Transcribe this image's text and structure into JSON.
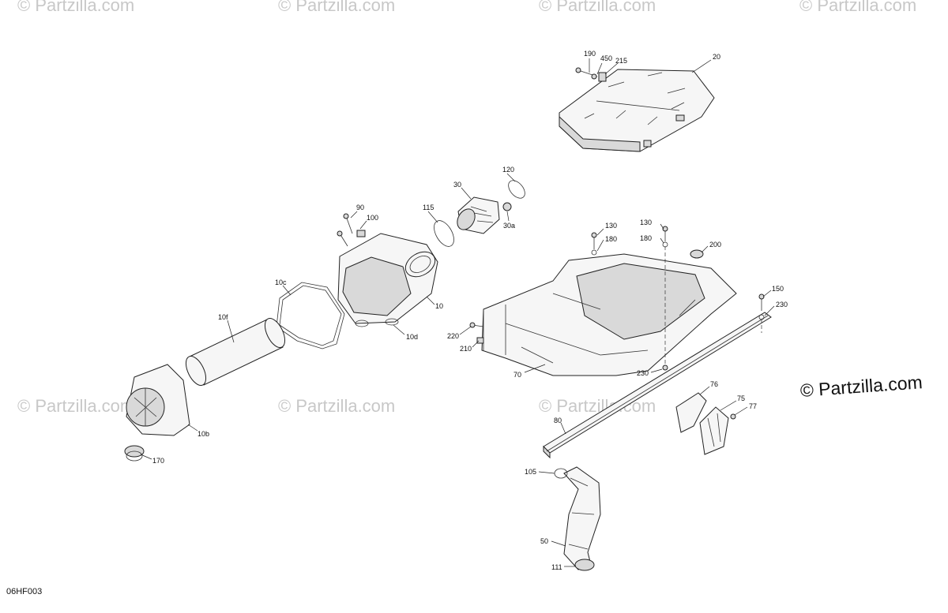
{
  "watermark_text": "© Partzilla.com",
  "copyright": "© Partzilla.com",
  "drawing_code": "06HF003",
  "callouts": {
    "c190": "190",
    "c450": "450",
    "c215": "215",
    "c20": "20",
    "c120": "120",
    "c30": "30",
    "c30a": "30a",
    "c115": "115",
    "c90": "90",
    "c100": "100",
    "c10": "10",
    "c10c": "10c",
    "c10d": "10d",
    "c10f": "10f",
    "c10b": "10b",
    "c170": "170",
    "c130a": "130",
    "c180a": "180",
    "c130b": "130",
    "c180b": "180",
    "c200": "200",
    "c150": "150",
    "c230a": "230",
    "c230b": "230",
    "c220": "220",
    "c210": "210",
    "c70": "70",
    "c76": "76",
    "c75": "75",
    "c77": "77",
    "c80": "80",
    "c105": "105",
    "c50": "50",
    "c111": "111"
  }
}
